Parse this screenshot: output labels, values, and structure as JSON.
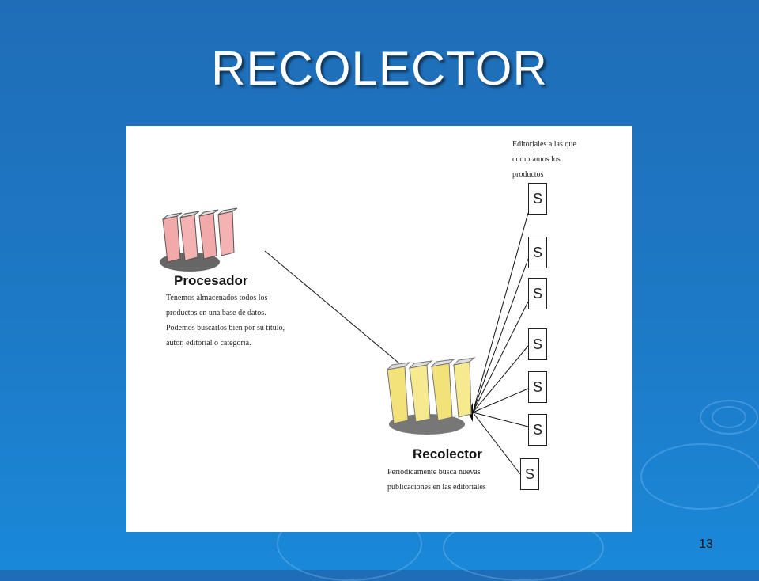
{
  "slide": {
    "title": "RECOLECTOR",
    "page_number": "13"
  },
  "diagram": {
    "editoriales_note": "Editoriales a las que compramos los productos",
    "procesador": {
      "label": "Procesador",
      "description": "Tenemos almacenados todos los productos en una base de datos. Podemos buscarlos bien por su título, autor, editorial o categoría.",
      "color": "#f4a3a3"
    },
    "recolector": {
      "label": "Recolector",
      "description": "Periódicamente busca nuevas publicaciones en las editoriales",
      "color": "#f3e27a"
    },
    "sources": [
      "S",
      "S",
      "S",
      "S",
      "S",
      "S",
      "S"
    ]
  },
  "colors": {
    "background": "#1d79c6",
    "title": "#ffffff",
    "panel": "#ffffff"
  }
}
